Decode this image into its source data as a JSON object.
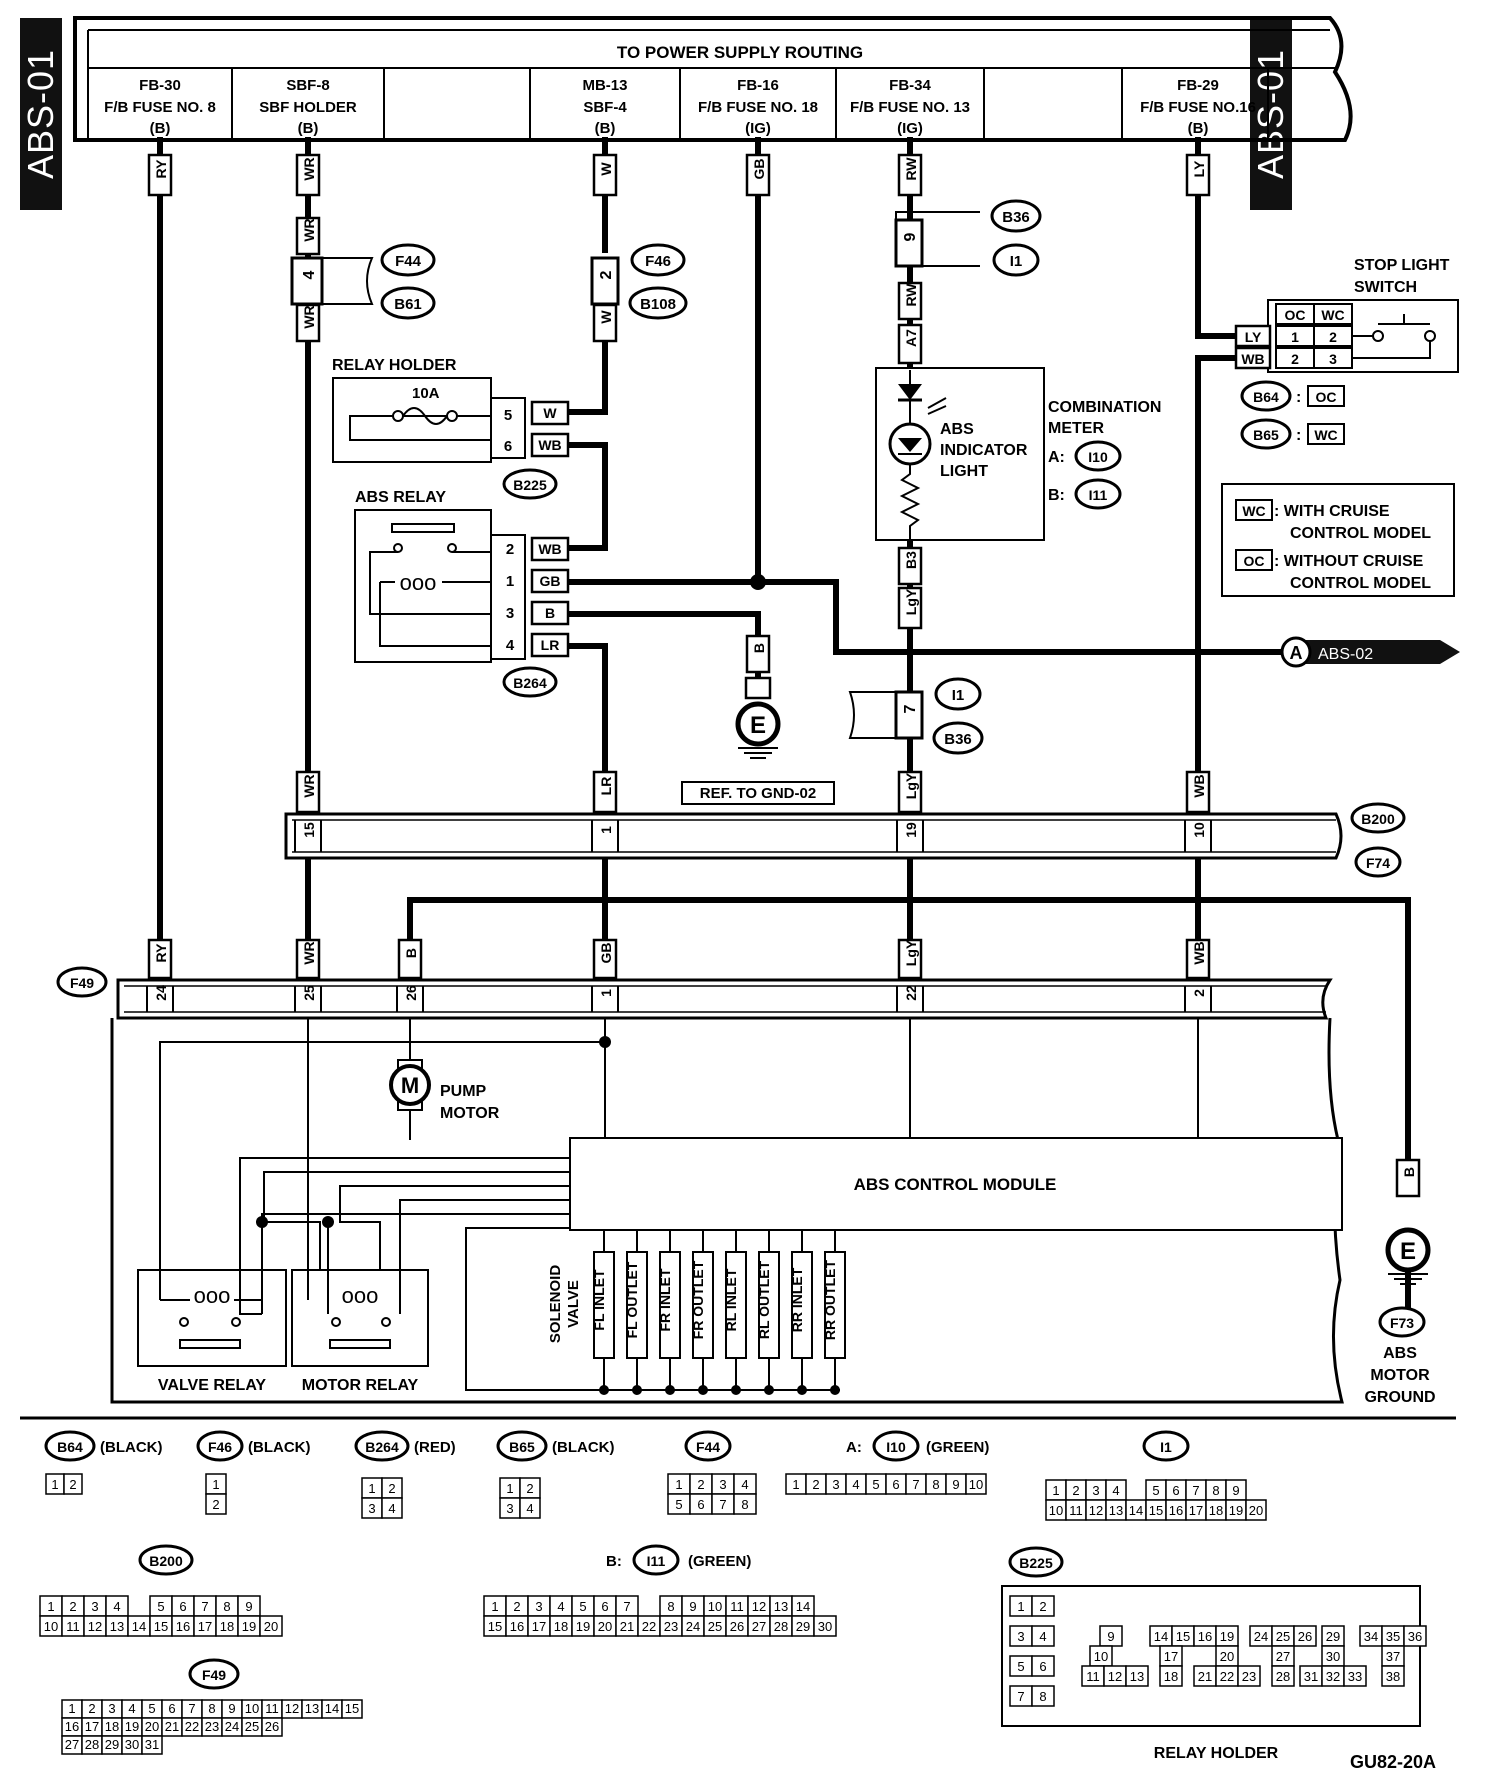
{
  "page": {
    "id_left": "ABS-01",
    "id_right": "ABS-01",
    "figure_code": "GU82-20A"
  },
  "power": {
    "title": "TO POWER SUPPLY ROUTING",
    "fuses": [
      {
        "l1": "FB-30",
        "l2": "F/B FUSE NO. 8",
        "l3": "(B)"
      },
      {
        "l1": "SBF-8",
        "l2": "SBF HOLDER",
        "l3": "(B)"
      },
      {
        "l1": "",
        "l2": "",
        "l3": ""
      },
      {
        "l1": "MB-13",
        "l2": "SBF-4",
        "l3": "(B)"
      },
      {
        "l1": "FB-16",
        "l2": "F/B FUSE NO. 18",
        "l3": "(IG)"
      },
      {
        "l1": "FB-34",
        "l2": "F/B FUSE NO. 13",
        "l3": "(IG)"
      },
      {
        "l1": "",
        "l2": "",
        "l3": ""
      },
      {
        "l1": "FB-29",
        "l2": "F/B FUSE NO.16",
        "l3": "(B)"
      }
    ]
  },
  "wires": {
    "ry": "RY",
    "wr": "WR",
    "w": "W",
    "gb": "GB",
    "rw": "RW",
    "ly": "LY",
    "wb": "WB",
    "b": "B",
    "lr": "LR",
    "lgy": "LgY"
  },
  "pins": {
    "p4": "4",
    "p2": "2",
    "p9": "9",
    "a7": "A7",
    "b3": "B3",
    "p7": "7",
    "p15": "15",
    "p1": "1",
    "p19": "19",
    "p10": "10",
    "p24": "24",
    "p25": "25",
    "p26": "26",
    "p22": "22",
    "r5": "5",
    "r6": "6",
    "a2": "2",
    "a1": "1",
    "a3": "3",
    "a4": "4",
    "s1": "1",
    "s2": "2",
    "s3": "3"
  },
  "connectors": {
    "f44": "F44",
    "b61": "B61",
    "f46": "F46",
    "b108": "B108",
    "b36": "B36",
    "i1": "I1",
    "b225": "B225",
    "b264": "B264",
    "b200": "B200",
    "f74": "F74",
    "f49": "F49",
    "f73": "F73",
    "i10": "I10",
    "i11": "I11",
    "b64": "B64",
    "b65": "B65"
  },
  "labels": {
    "relay_holder": "RELAY HOLDER",
    "fuse_10a": "10A",
    "abs_relay": "ABS RELAY",
    "abs_indicator_1": "ABS",
    "abs_indicator_2": "INDICATOR",
    "abs_indicator_3": "LIGHT",
    "combo_1": "COMBINATION",
    "combo_2": "METER",
    "combo_a": "A:",
    "combo_b": "B:",
    "stop_1": "STOP LIGHT",
    "stop_2": "SWITCH",
    "oc": "OC",
    "wc": "WC",
    "colon": ":",
    "legend_wc_1": ": WITH CRUISE",
    "legend_wc_2": "CONTROL MODEL",
    "legend_oc_1": ": WITHOUT CRUISE",
    "legend_oc_2": "CONTROL MODEL",
    "offpage_letter": "A",
    "offpage_ref": "ABS-02",
    "ground": "E",
    "ref_gnd": "REF. TO GND-02",
    "pump_1": "PUMP",
    "pump_2": "MOTOR",
    "motor": "M",
    "module": "ABS CONTROL MODULE",
    "valve_relay": "VALVE RELAY",
    "motor_relay": "MOTOR RELAY",
    "coil": "ooo",
    "solenoid_1": "SOLENOID",
    "solenoid_2": "VALVE",
    "solenoids": [
      "FL INLET",
      "FL OUTLET",
      "FR INLET",
      "FR OUTLET",
      "RL INLET",
      "RL OUTLET",
      "RR INLET",
      "RR OUTLET"
    ],
    "motor_ground_1": "ABS",
    "motor_ground_2": "MOTOR",
    "motor_ground_3": "GROUND",
    "relay_holder_bottom": "RELAY HOLDER"
  },
  "connector_views": {
    "b64": {
      "id": "B64",
      "color": "(BLACK)",
      "rows": [
        [
          "1",
          "2"
        ]
      ]
    },
    "f46": {
      "id": "F46",
      "color": "(BLACK)",
      "rows": [
        [
          "1"
        ],
        [
          "2"
        ]
      ]
    },
    "b264": {
      "id": "B264",
      "color": "(RED)",
      "rows": [
        [
          "1",
          "2"
        ],
        [
          "3",
          "4"
        ]
      ]
    },
    "b65": {
      "id": "B65",
      "color": "(BLACK)",
      "rows": [
        [
          "1",
          "2"
        ],
        [
          "3",
          "4"
        ]
      ]
    },
    "f44": {
      "id": "F44",
      "color": "",
      "rows": [
        [
          "1",
          "2",
          "3",
          "4"
        ],
        [
          "5",
          "6",
          "7",
          "8"
        ]
      ]
    },
    "i10": {
      "prefix": "A:",
      "id": "I10",
      "color": "(GREEN)",
      "rows": [
        [
          "1",
          "2",
          "3",
          "4",
          "5",
          "6",
          "7",
          "8",
          "9",
          "10"
        ]
      ]
    },
    "i1": {
      "id": "I1",
      "color": "",
      "rows": [
        [
          "1",
          "2",
          "3",
          "4",
          "",
          "5",
          "6",
          "7",
          "8",
          "9"
        ],
        [
          "10",
          "11",
          "12",
          "13",
          "14",
          "15",
          "16",
          "17",
          "18",
          "19",
          "20"
        ]
      ]
    },
    "b200": {
      "id": "B200",
      "color": "",
      "rows": [
        [
          "1",
          "2",
          "3",
          "4",
          "",
          "5",
          "6",
          "7",
          "8",
          "9"
        ],
        [
          "10",
          "11",
          "12",
          "13",
          "14",
          "15",
          "16",
          "17",
          "18",
          "19",
          "20"
        ]
      ]
    },
    "i11": {
      "prefix": "B:",
      "id": "I11",
      "color": "(GREEN)",
      "rows": [
        [
          "1",
          "2",
          "3",
          "4",
          "5",
          "6",
          "7",
          "",
          "8",
          "9",
          "10",
          "11",
          "12",
          "13",
          "14"
        ],
        [
          "15",
          "16",
          "17",
          "18",
          "19",
          "20",
          "21",
          "22",
          "23",
          "24",
          "25",
          "26",
          "27",
          "28",
          "29",
          "30"
        ]
      ]
    },
    "f49": {
      "id": "F49",
      "color": "",
      "rows": [
        [
          "1",
          "2",
          "3",
          "4",
          "5",
          "6",
          "7",
          "8",
          "9",
          "10",
          "11",
          "12",
          "13",
          "14",
          "15"
        ],
        [
          "16",
          "17",
          "18",
          "19",
          "20",
          "21",
          "22",
          "23",
          "24",
          "25",
          "26"
        ],
        [
          "27",
          "28",
          "29",
          "30",
          "31"
        ]
      ]
    },
    "b225": {
      "id": "B225",
      "color": "",
      "cells": [
        "1",
        "2",
        "3",
        "4",
        "5",
        "6",
        "7",
        "8",
        "9",
        "10",
        "11",
        "12",
        "13",
        "14",
        "15",
        "16",
        "17",
        "18",
        "19",
        "20",
        "21",
        "22",
        "23",
        "24",
        "25",
        "26",
        "27",
        "28",
        "29",
        "30",
        "31",
        "32",
        "33",
        "34",
        "35",
        "36",
        "37",
        "38"
      ]
    }
  }
}
